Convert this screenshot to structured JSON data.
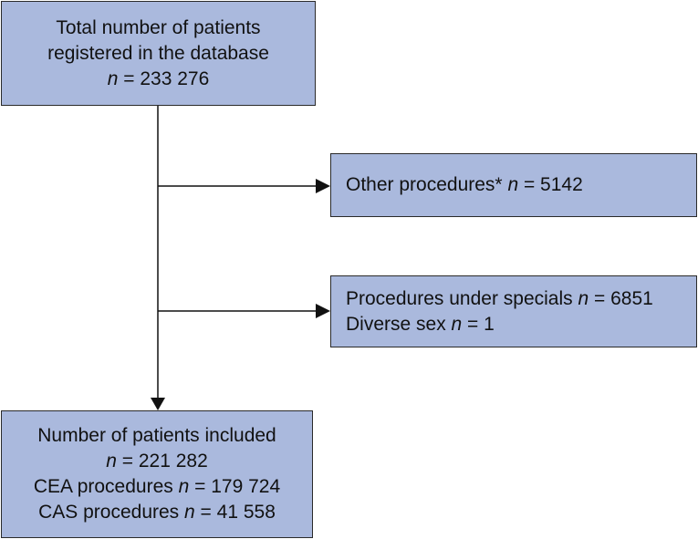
{
  "boxes": {
    "total": {
      "line1": "Total number of patients",
      "line2": "registered in the database",
      "n_symbol": "n",
      "n_value": " = 233 276"
    },
    "other": {
      "label": "Other procedures* ",
      "n_symbol": "n",
      "n_value": " = 5142"
    },
    "special": {
      "label1": "Procedures under specials ",
      "n1_symbol": "n",
      "n1_value": " = 6851",
      "label2": "Diverse sex ",
      "n2_symbol": "n",
      "n2_value": " = 1"
    },
    "included": {
      "line1": "Number of patients included",
      "n_symbol": "n",
      "n_value": " = 221 282",
      "cea_label": "CEA procedures ",
      "cea_symbol": "n",
      "cea_value": " = 179 724",
      "cas_label": "CAS procedures ",
      "cas_symbol": "n",
      "cas_value": " = 41 558"
    }
  },
  "colors": {
    "box_fill": "#aab9dd",
    "border": "#2a2a2a",
    "arrow": "#111111"
  }
}
